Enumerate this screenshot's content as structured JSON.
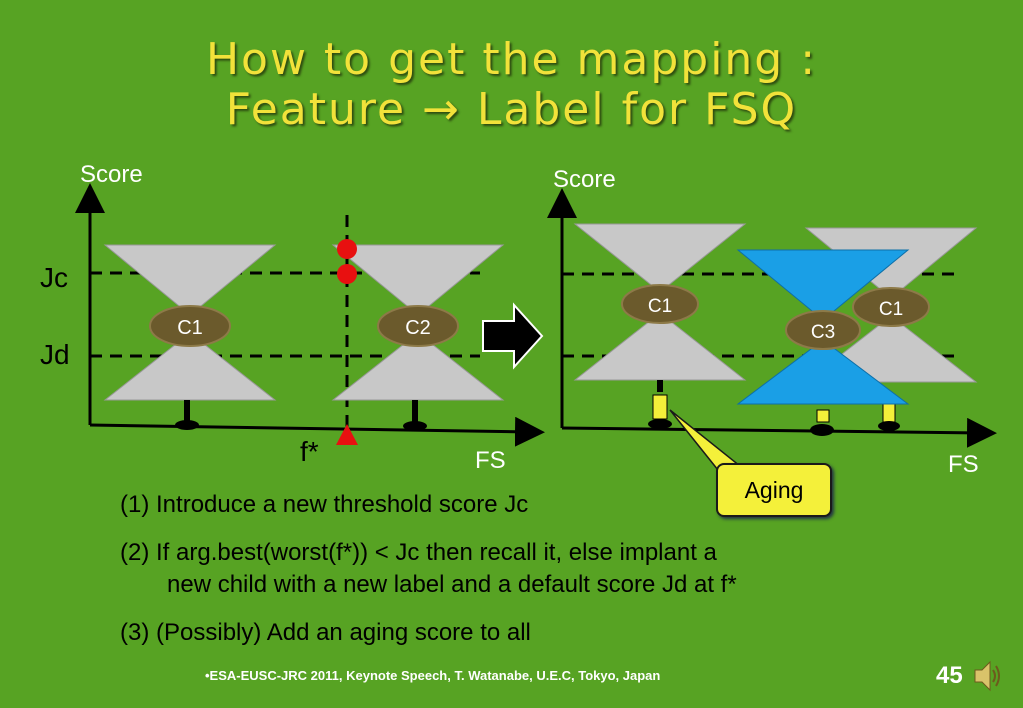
{
  "title": {
    "line1": "How to get the mapping :",
    "line2": "Feature → Label for FSQ"
  },
  "left_diagram": {
    "y_axis": "Score",
    "x_axis": "FS",
    "thresholds": [
      "Jc",
      "Jd"
    ],
    "marker": "f*",
    "clusters": [
      "C1",
      "C2"
    ]
  },
  "right_diagram": {
    "y_axis": "Score",
    "x_axis": "FS",
    "clusters": [
      "C1",
      "C3",
      "C1"
    ],
    "callout": "Aging"
  },
  "bullets": [
    {
      "num": "(1)",
      "line1": "Introduce a new threshold score Jc",
      "line2": ""
    },
    {
      "num": "(2)",
      "line1": "If arg.best(worst(f*)) < Jc then recall it, else  implant  a",
      "line2": "new child with a new label and a default score  Jd at f*"
    },
    {
      "num": "(3)",
      "line1": "(Possibly) Add an aging score to all",
      "line2": ""
    }
  ],
  "footer": "•ESA-EUSC-JRC 2011, Keynote Speech, T. Watanabe, U.E.C, Tokyo, Japan",
  "page_number": "45",
  "icons": {
    "arrow": "right-arrow-icon",
    "sound": "speaker-icon"
  },
  "colors": {
    "background": "#57a323",
    "title": "#f2e23a",
    "gray_cone": "#c8c8c8",
    "blue_cone": "#1a9fe6",
    "cluster": "#6b5a2c",
    "marker": "#e81010",
    "aging": "#f4f03a"
  }
}
